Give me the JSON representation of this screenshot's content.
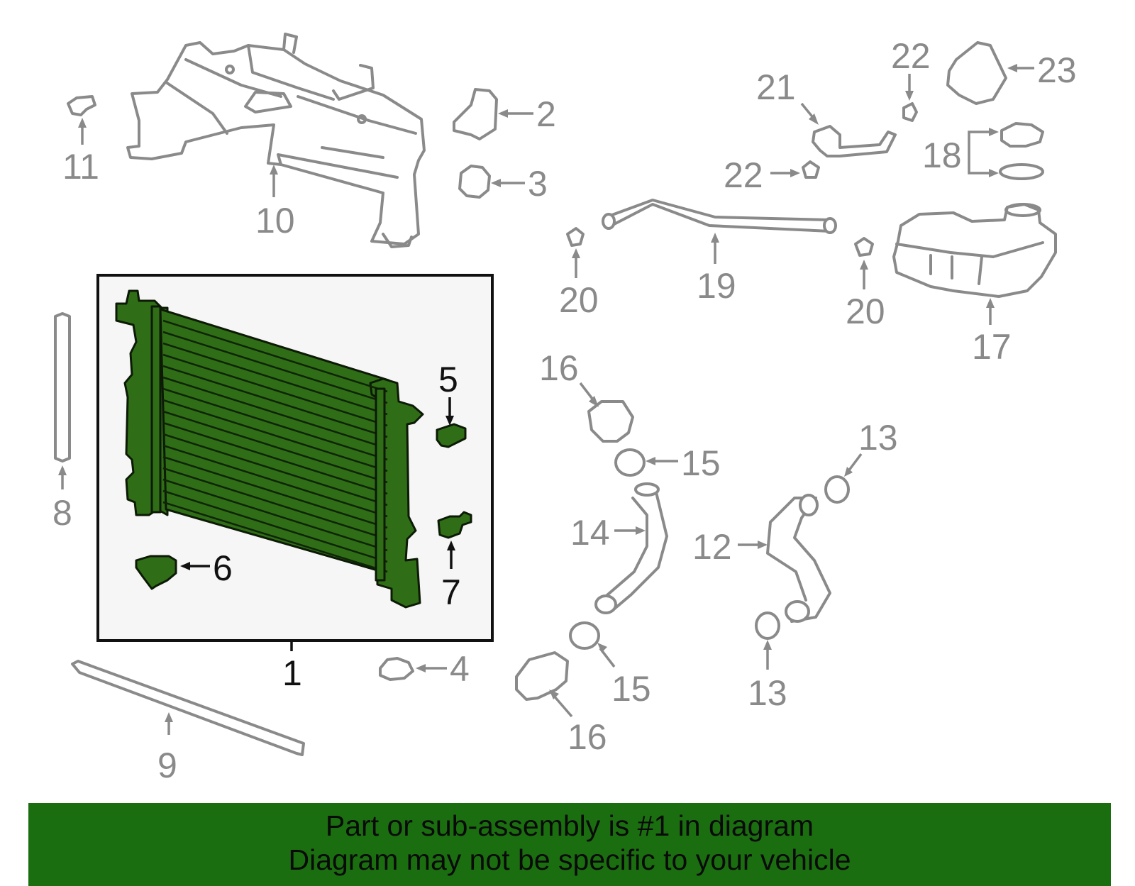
{
  "callouts": {
    "c1": "1",
    "c2": "2",
    "c3": "3",
    "c4": "4",
    "c5": "5",
    "c6": "6",
    "c7": "7",
    "c8": "8",
    "c9": "9",
    "c10": "10",
    "c11": "11",
    "c12": "12",
    "c13a": "13",
    "c13b": "13",
    "c14": "14",
    "c15a": "15",
    "c15b": "15",
    "c16a": "16",
    "c16b": "16",
    "c17": "17",
    "c18": "18",
    "c19": "19",
    "c20a": "20",
    "c20b": "20",
    "c21": "21",
    "c22a": "22",
    "c22b": "22",
    "c23": "23"
  },
  "footer": {
    "line1": "Part or sub-assembly is #1 in diagram",
    "line2": "Diagram may not be specific to your vehicle"
  },
  "colors": {
    "highlight_green": "#2f6e16",
    "footer_green": "#1b6e10",
    "part_gray": "#8a8a8a",
    "highlight_box_bg": "#f6f6f6"
  }
}
